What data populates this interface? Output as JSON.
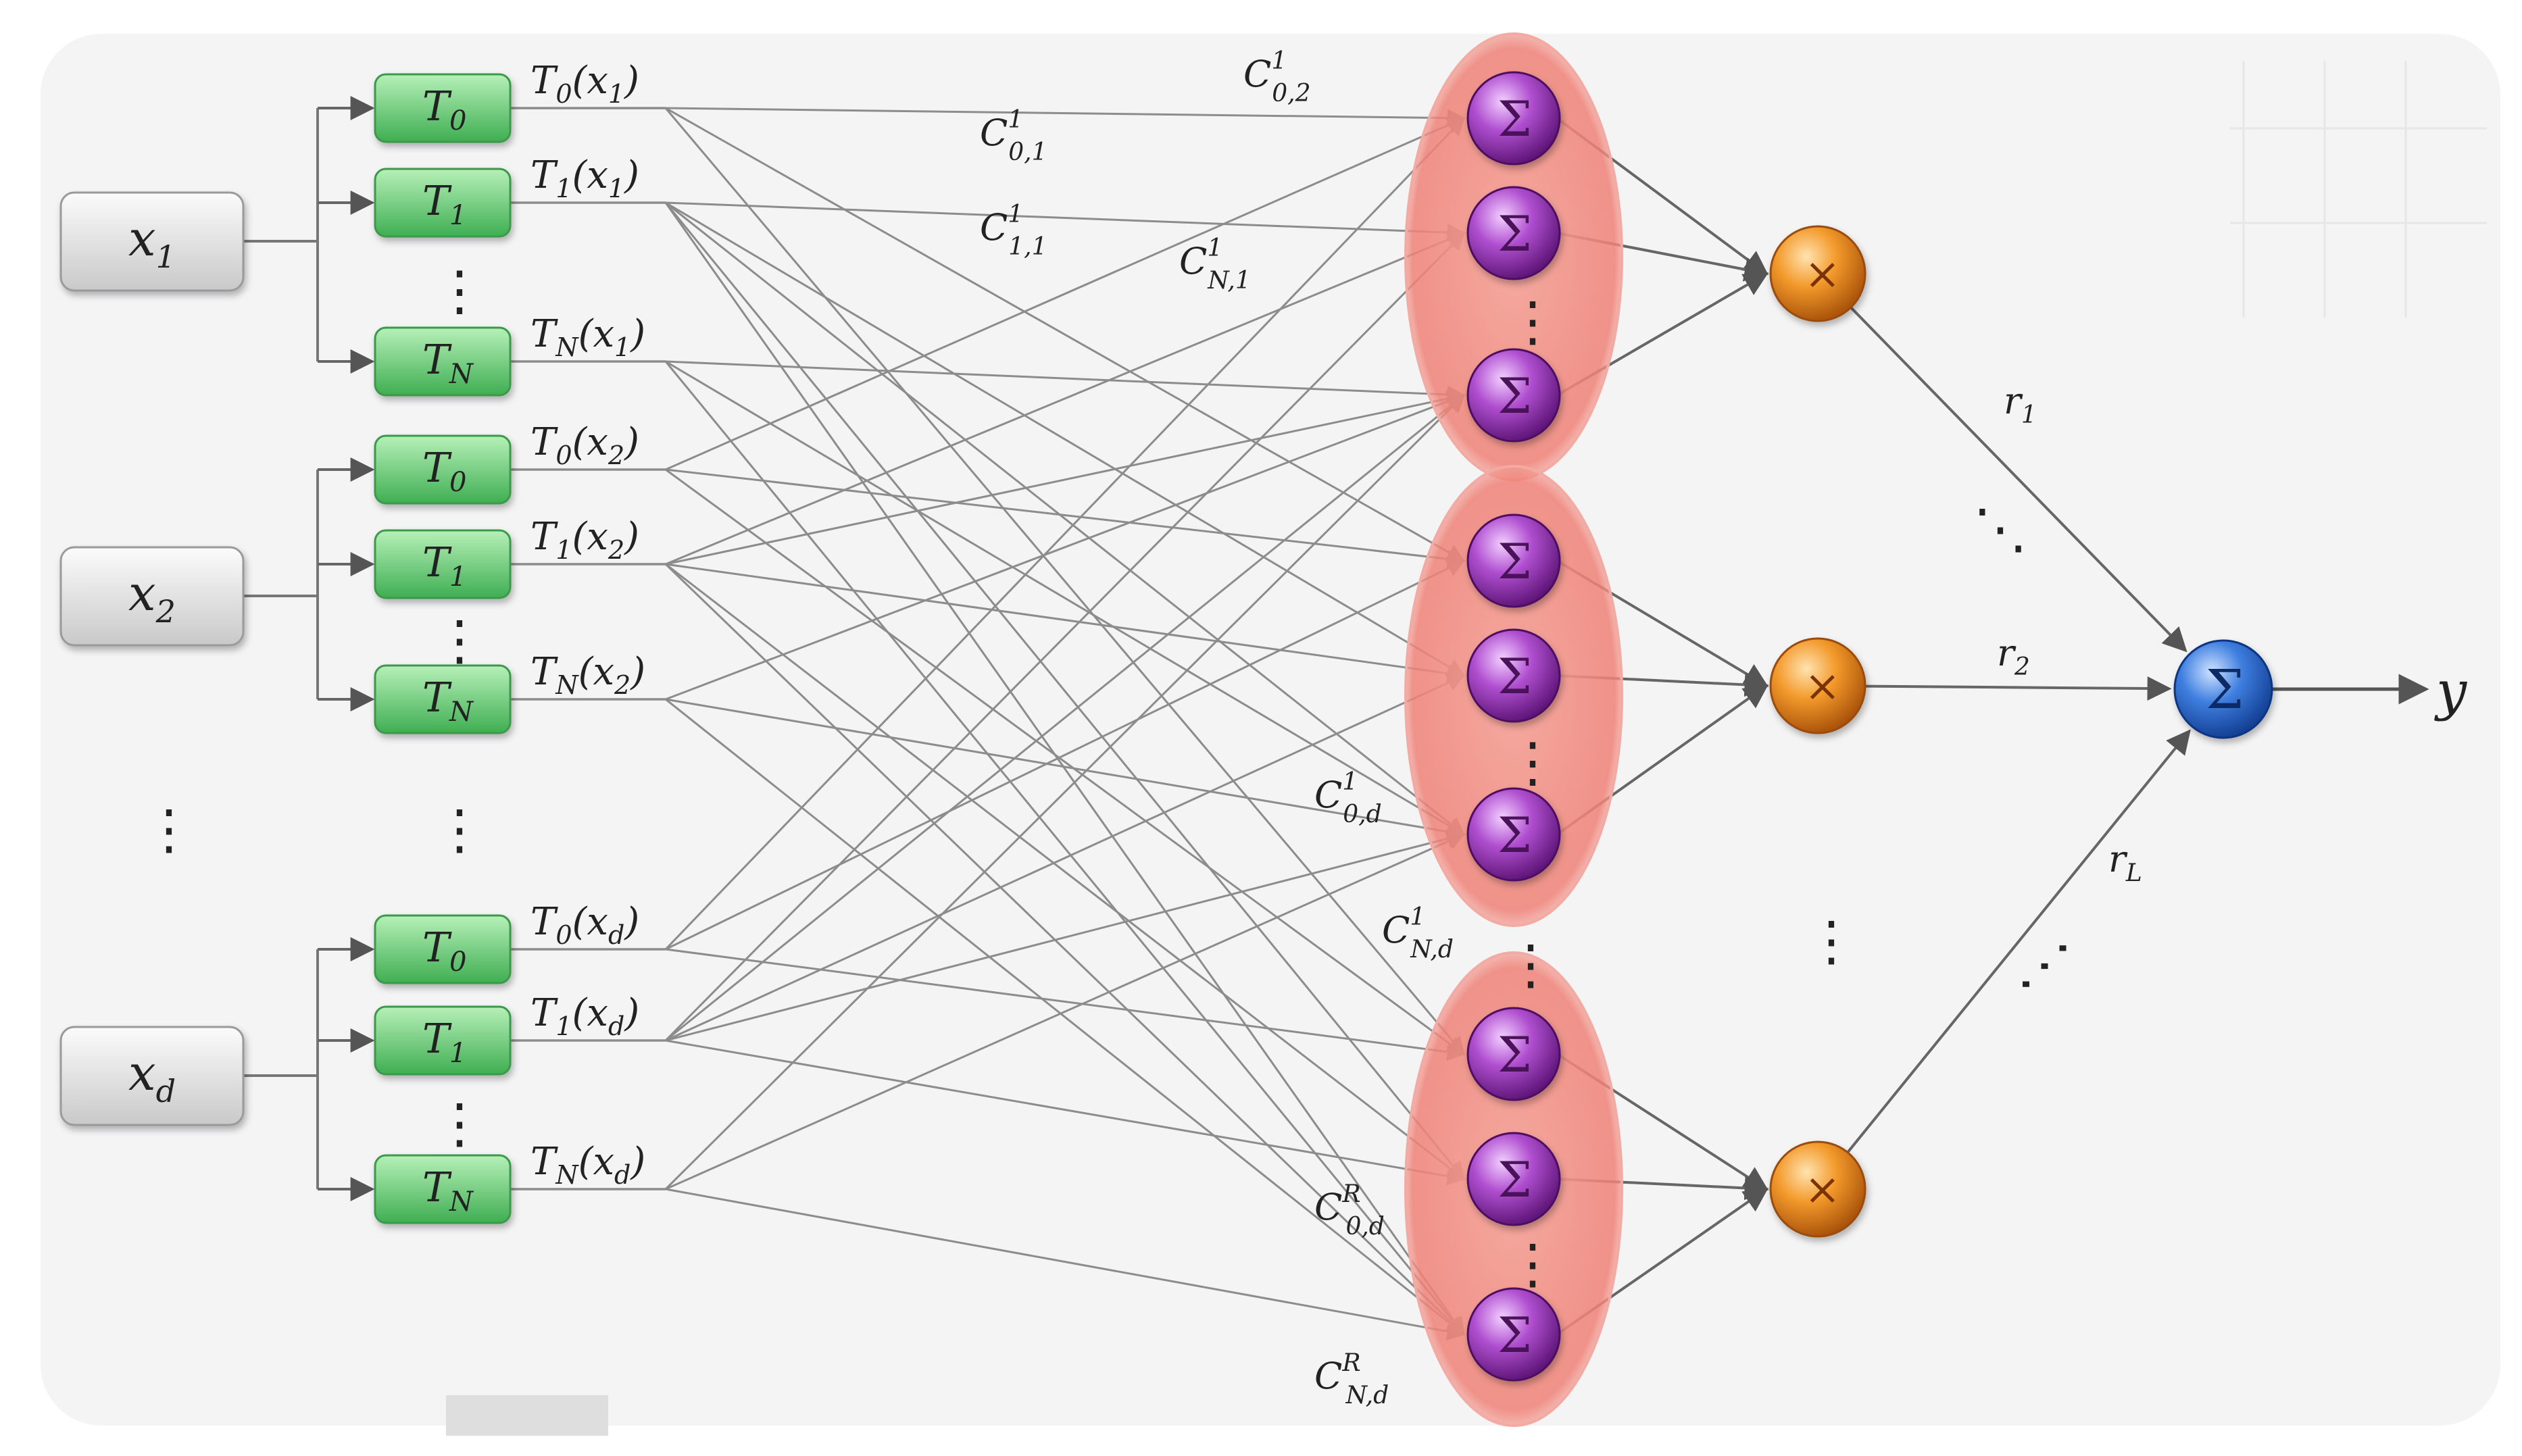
{
  "diagram": {
    "inputs": [
      {
        "label": "x1",
        "base": "x",
        "sub": "1"
      },
      {
        "label": "x2",
        "base": "x",
        "sub": "2"
      },
      {
        "label": "xd",
        "base": "x",
        "sub": "d"
      }
    ],
    "input_dots": "⋮",
    "basis_nodes": [
      {
        "base": "T",
        "sub": "0"
      },
      {
        "base": "T",
        "sub": "1"
      },
      {
        "base": "T",
        "sub": "N"
      }
    ],
    "basis_dots": "⋮",
    "basis_outputs": [
      [
        {
          "T": "0",
          "x": "1"
        },
        {
          "T": "1",
          "x": "1"
        },
        {
          "T": "N",
          "x": "1"
        }
      ],
      [
        {
          "T": "0",
          "x": "2"
        },
        {
          "T": "1",
          "x": "2"
        },
        {
          "T": "N",
          "x": "2"
        }
      ],
      [
        {
          "T": "0",
          "x": "d"
        },
        {
          "T": "1",
          "x": "d"
        },
        {
          "T": "N",
          "x": "d"
        }
      ]
    ],
    "coefficients": [
      {
        "base": "C",
        "sup": "1",
        "sub": "0,2"
      },
      {
        "base": "C",
        "sup": "1",
        "sub": "0,1"
      },
      {
        "base": "C",
        "sup": "1",
        "sub": "1,1"
      },
      {
        "base": "C",
        "sup": "1",
        "sub": "N,1"
      },
      {
        "base": "C",
        "sup": "1",
        "sub": "0,d"
      },
      {
        "base": "C",
        "sup": "1",
        "sub": "N,d"
      },
      {
        "base": "C",
        "sup": "R",
        "sub": "0,d"
      },
      {
        "base": "C",
        "sup": "R",
        "sub": "N,d"
      }
    ],
    "sum_symbol": "Σ",
    "product_symbol": "×",
    "weights": [
      {
        "base": "r",
        "sub": "1"
      },
      {
        "base": "r",
        "sub": "2"
      },
      {
        "base": "r",
        "sub": "L"
      }
    ],
    "ellipsis_vertical": "⋮",
    "ellipsis_diagonal": "⋱",
    "output_label": "y",
    "colors": {
      "input_box": "#d9d9d9",
      "basis_box": "#5cc46a",
      "sum_node": "#8a2aa6",
      "group_halo": "#f08a80",
      "product_node": "#ef8a1e",
      "output_node": "#2a62c9",
      "edge": "#8c8c8c"
    }
  }
}
